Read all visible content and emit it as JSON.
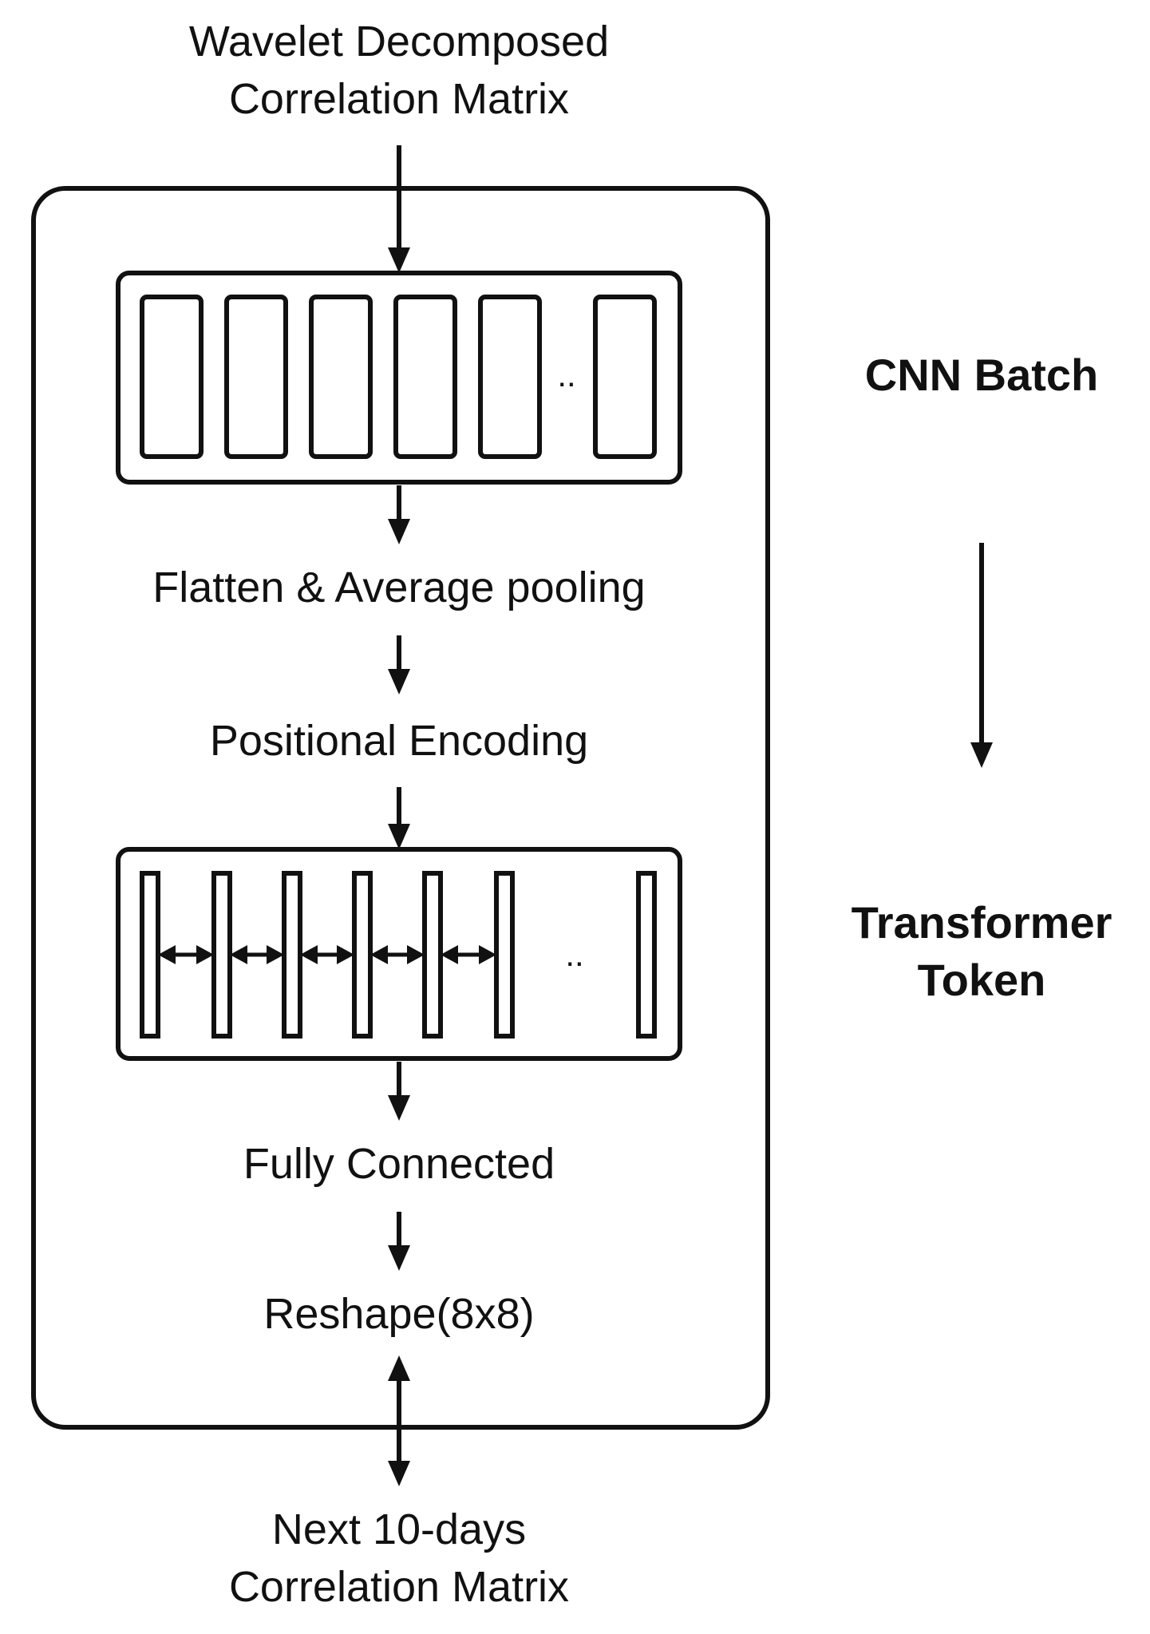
{
  "diagram": {
    "input_label": [
      "Wavelet Decomposed",
      "Correlation Matrix"
    ],
    "steps": {
      "flatten": "Flatten & Average pooling",
      "positional": "Positional Encoding",
      "fully_connected": "Fully Connected",
      "reshape": "Reshape(8x8)"
    },
    "output_label": [
      "Next 10-days",
      "Correlation Matrix"
    ],
    "cnn_ellipsis": "..",
    "token_ellipsis": ".."
  },
  "side_labels": {
    "cnn": "CNN Batch",
    "transformer": [
      "Transformer",
      "Token"
    ]
  },
  "colors": {
    "stroke": "#111111",
    "background": "#ffffff"
  }
}
